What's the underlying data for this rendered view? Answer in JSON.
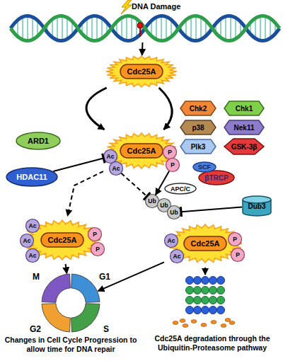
{
  "diagram": {
    "nodes": [
      {
        "text": [
          "DNA Damage"
        ]
      },
      {
        "text": [
          "Cdc25A"
        ]
      },
      {
        "text": [
          "ARD1"
        ]
      },
      {
        "text": [
          "Chk2"
        ]
      },
      {
        "text": [
          "Chk1"
        ]
      },
      {
        "text": [
          "p38"
        ]
      },
      {
        "text": [
          "Nek11"
        ]
      },
      {
        "text": [
          "Plk3"
        ]
      },
      {
        "text": [
          "GSK-3β"
        ]
      },
      {
        "text": [
          "HDAC11"
        ]
      },
      {
        "text": [
          "Cdc25A"
        ]
      },
      {
        "text": [
          "Ac"
        ],
        "in": 10
      },
      {
        "text": [
          "Ac"
        ],
        "in": 10
      },
      {
        "text": [
          "P"
        ],
        "in": 10
      },
      {
        "text": [
          "P"
        ],
        "in": 10
      },
      {
        "text": [
          "SCF"
        ]
      },
      {
        "text": [
          "βTRCP"
        ]
      },
      {
        "text": [
          "APC/C"
        ]
      },
      {
        "text": [
          "Ub"
        ]
      },
      {
        "text": [
          "Ub"
        ]
      },
      {
        "text": [
          "Ub"
        ]
      },
      {
        "text": [
          "Dub3"
        ]
      },
      {
        "text": [
          "Cdc25A"
        ]
      },
      {
        "text": [
          "Ac"
        ],
        "in": 22
      },
      {
        "text": [
          "Ac"
        ],
        "in": 22
      },
      {
        "text": [
          "Ac"
        ],
        "in": 22
      },
      {
        "text": [
          "P"
        ],
        "in": 22
      },
      {
        "text": [
          "P"
        ],
        "in": 22
      },
      {
        "text": [
          "Cdc25A"
        ]
      },
      {
        "text": [
          "Ac"
        ],
        "in": 28
      },
      {
        "text": [
          "Ac"
        ],
        "in": 28
      },
      {
        "text": [
          "P"
        ],
        "in": 28
      },
      {
        "text": [
          "P"
        ],
        "in": 28
      },
      {
        "text": [
          "Changes in Cell Cycle Progression to allow time for DNA repair"
        ]
      },
      {
        "text": [
          "Cdc25A degradation through the Ubiquitin-Proteasome pathway"
        ]
      }
    ],
    "edges": [
      {
        "from": 0,
        "to": 1,
        "arrow": "to"
      },
      {
        "from": 1,
        "to": 10,
        "arrow": "to"
      },
      {
        "from": 1,
        "to": 10,
        "arrow": "to"
      },
      {
        "from": 9,
        "to": 11,
        "arrow": "none"
      },
      {
        "from": 10,
        "to": 22,
        "arrow": "to"
      },
      {
        "from": 14,
        "to": 18,
        "arrow": "to"
      },
      {
        "from": 12,
        "to": 18,
        "arrow": "none"
      },
      {
        "from": 21,
        "to": 20,
        "arrow": "none"
      },
      {
        "from": 22,
        "to": 33,
        "arrow": "to"
      },
      {
        "from": 28,
        "to": 33,
        "arrow": "to"
      },
      {
        "from": 28,
        "to": 34,
        "arrow": "to"
      }
    ],
    "labels": [
      "M",
      "G1",
      "S",
      "G2"
    ]
  }
}
